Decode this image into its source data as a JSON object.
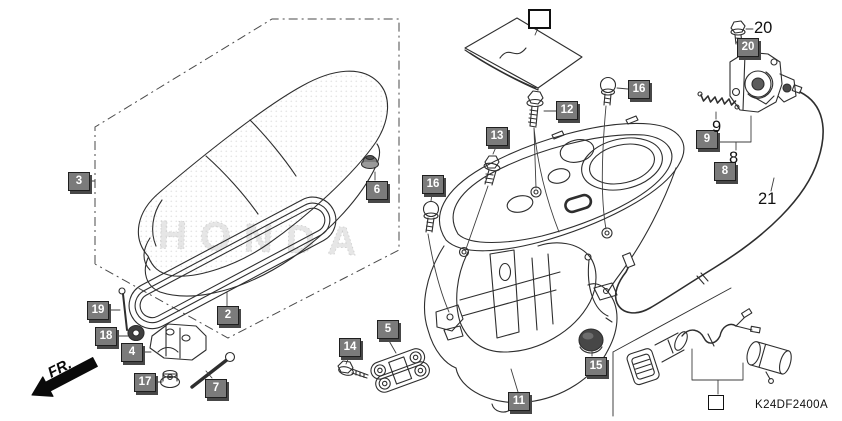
{
  "diagram": {
    "code": "K24DF2400A",
    "direction_label": "FR.",
    "watermark": "HONDA"
  },
  "callouts": {
    "boxed": [
      {
        "number": "3"
      },
      {
        "number": "6"
      },
      {
        "number": "2"
      },
      {
        "number": "19"
      },
      {
        "number": "18"
      },
      {
        "number": "4"
      },
      {
        "number": "17"
      },
      {
        "number": "7"
      },
      {
        "number": "14"
      },
      {
        "number": "5"
      },
      {
        "number": "11"
      },
      {
        "number": "15"
      },
      {
        "number": "16"
      },
      {
        "number": "13"
      },
      {
        "number": "12"
      },
      {
        "number": "16"
      },
      {
        "number": "20"
      },
      {
        "number": "9"
      },
      {
        "number": "8"
      }
    ],
    "plain": [
      {
        "number": "20"
      },
      {
        "number": "9"
      },
      {
        "number": "8"
      },
      {
        "number": "21"
      }
    ]
  },
  "colors": {
    "callout_bg": "#7b7b7b",
    "callout_text": "#ffffff",
    "line": "#2e2e2e",
    "watermark": "#e4e4e4"
  }
}
